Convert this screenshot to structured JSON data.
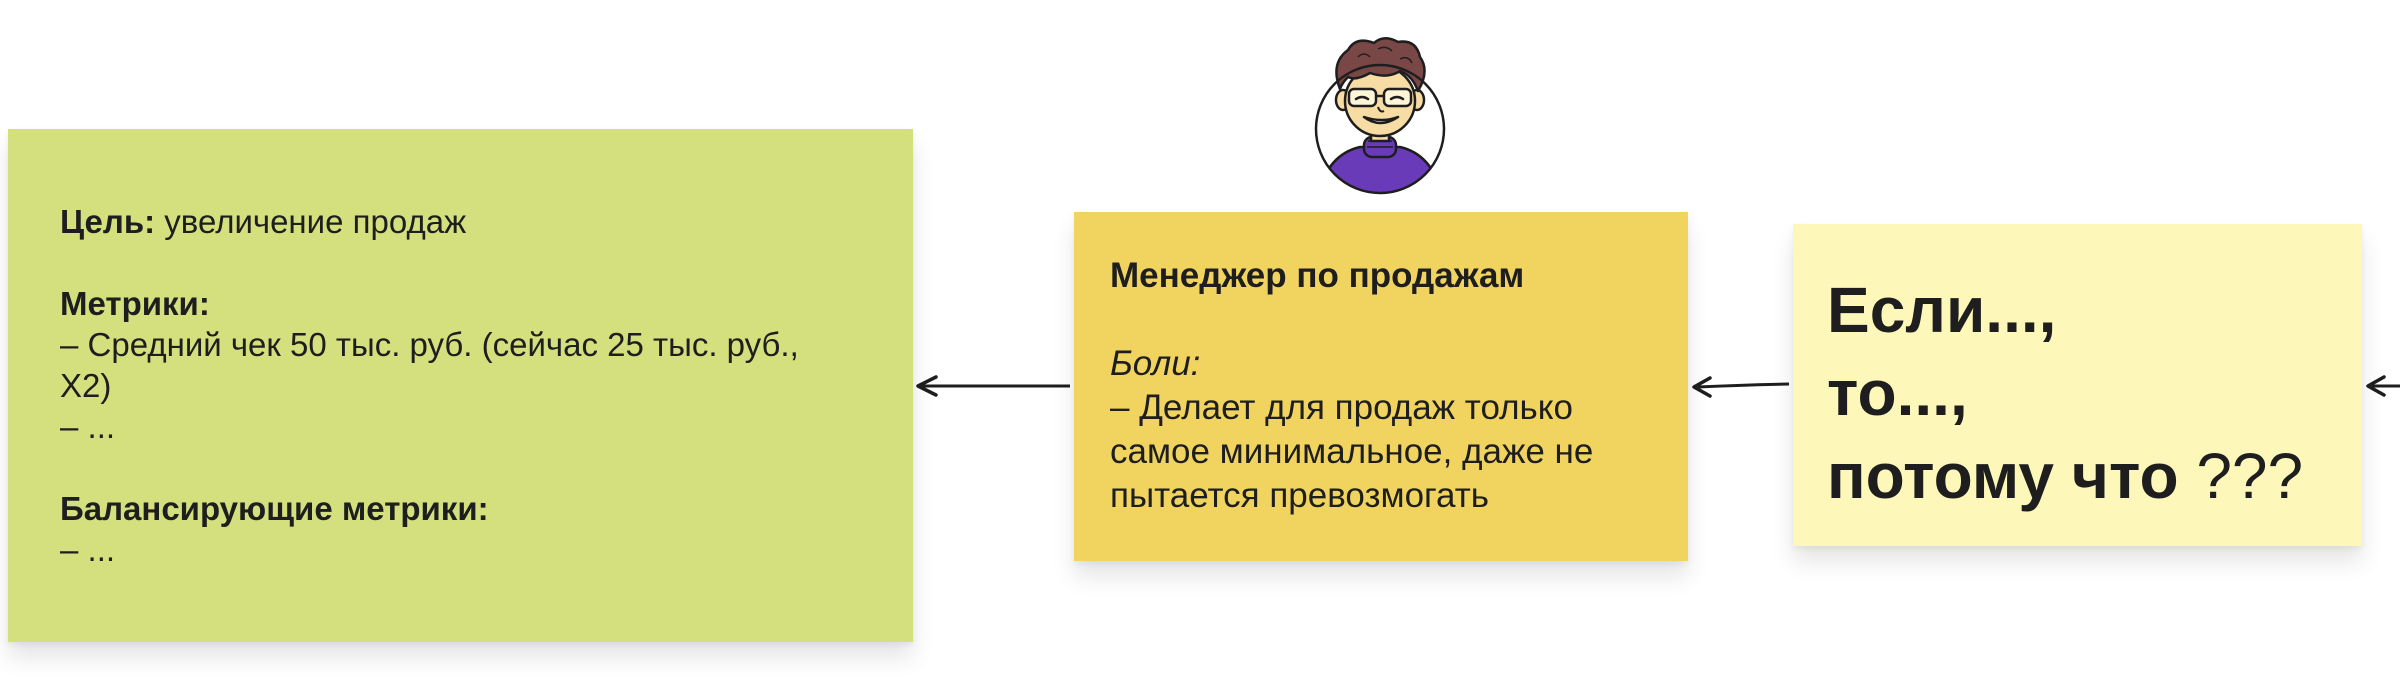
{
  "goal_note": {
    "goal_label": "Цель:",
    "goal_value": " увеличение продаж",
    "metrics_title": "Метрики:",
    "metrics_lines": [
      "– Средний чек 50 тыс. руб. (сейчас 25 тыс. руб., X2)",
      "– ..."
    ],
    "balancing_title": "Балансирующие метрики:",
    "balancing_lines": [
      "– ..."
    ]
  },
  "persona_note": {
    "title": "Менеджер по продажам",
    "pains_label": "Боли:",
    "pains_text": "– Делает для продаж только самое минимальное, даже не пытается превозмогать"
  },
  "hypothesis_note": {
    "line1": "Если...,",
    "line2": "то...,",
    "line3_bold": "потому что",
    "line3_rest": " ???"
  },
  "colors": {
    "goal_bg": "#d4df7d",
    "persona_bg": "#f1d45f",
    "hypothesis_bg": "#fdf7b9",
    "arrow": "#1e1e1e",
    "avatar_hair": "#7a4747",
    "avatar_sweater": "#6a3bb8",
    "avatar_skin": "#f7dca4"
  },
  "icons": {
    "avatar": "manager-avatar-icon",
    "arrow": "arrow-left-icon"
  }
}
